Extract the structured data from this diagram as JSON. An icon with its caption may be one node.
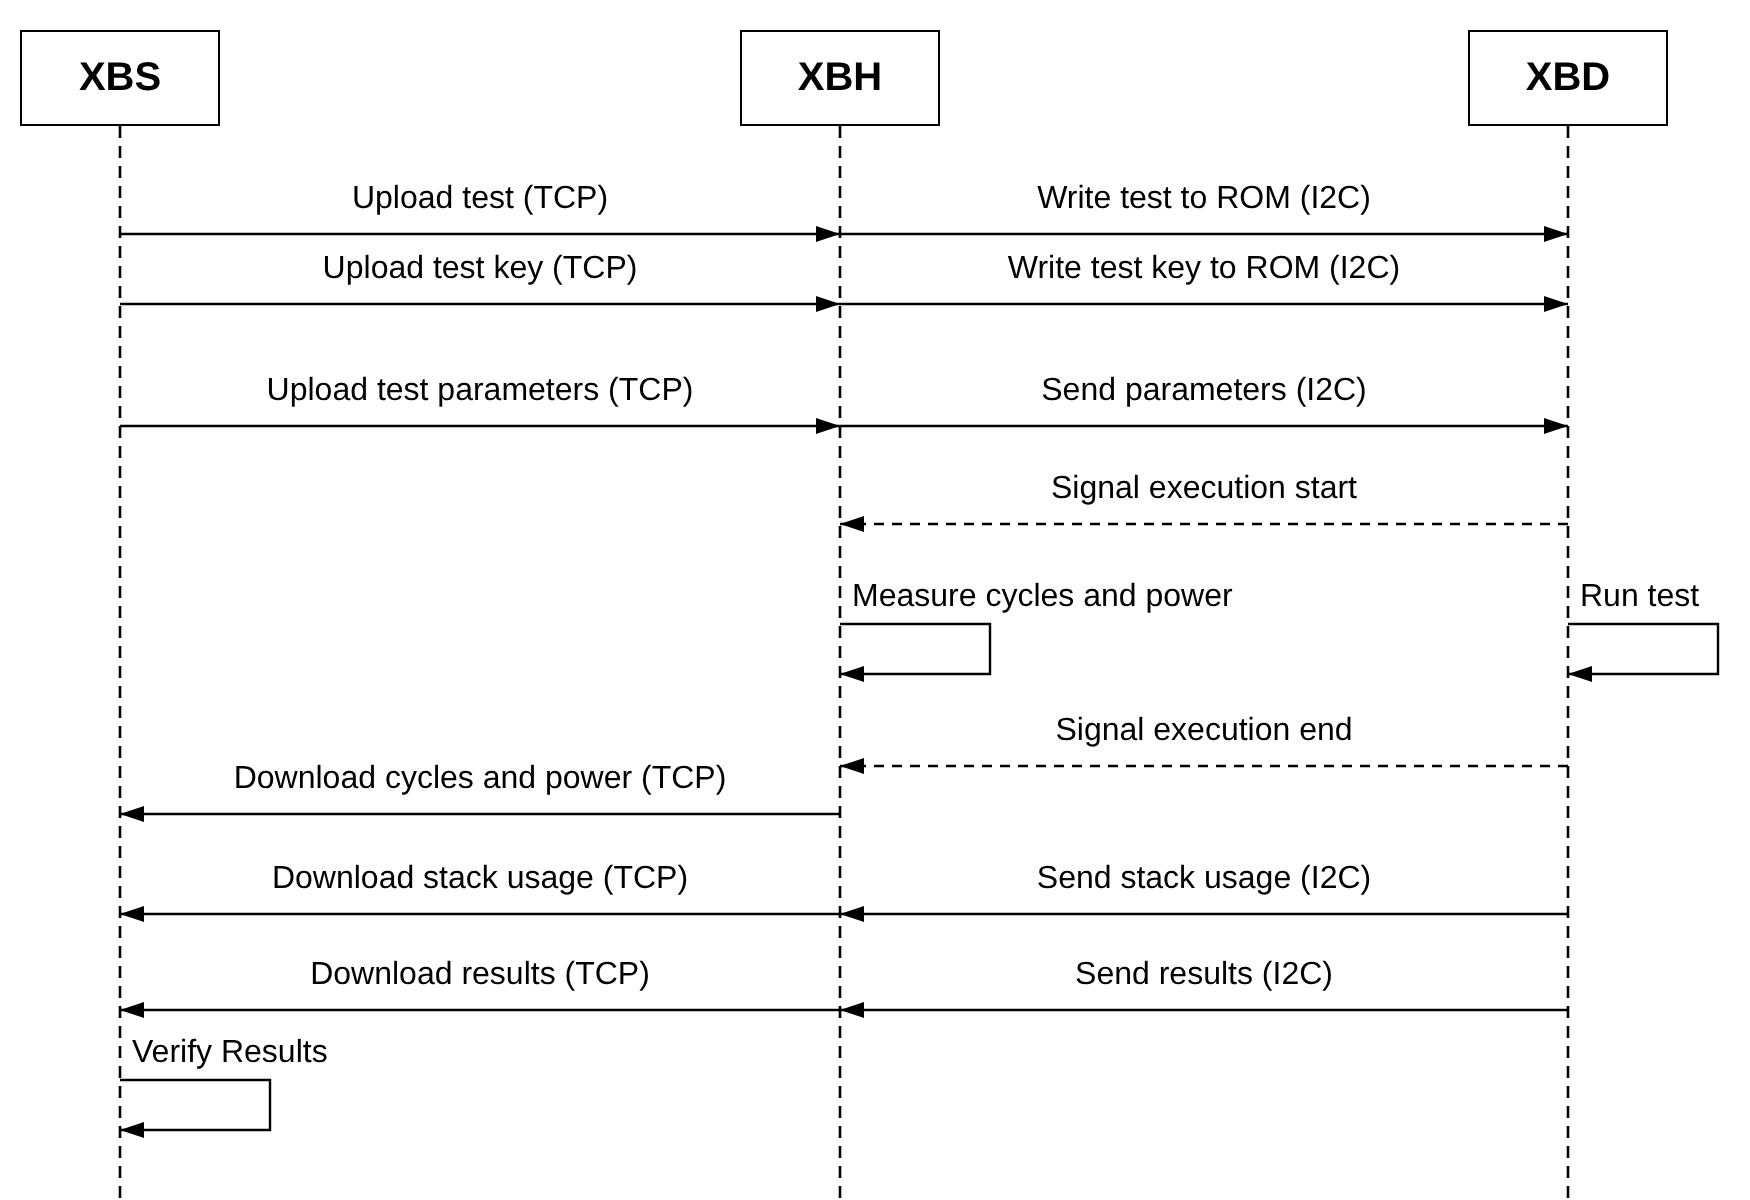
{
  "diagram": {
    "nodes": [
      {
        "text": [
          "XBS"
        ]
      },
      {
        "text": [
          "XBH"
        ]
      },
      {
        "text": [
          "XBD"
        ]
      }
    ],
    "edges": [
      {
        "from": 0,
        "to": 1,
        "arrow": "to",
        "label": "Upload test (TCP)"
      },
      {
        "from": 1,
        "to": 2,
        "arrow": "to",
        "label": "Write test to ROM (I2C)"
      },
      {
        "from": 0,
        "to": 1,
        "arrow": "to",
        "label": "Upload test key (TCP)"
      },
      {
        "from": 1,
        "to": 2,
        "arrow": "to",
        "label": "Write test key to ROM (I2C)"
      },
      {
        "from": 0,
        "to": 1,
        "arrow": "to",
        "label": "Upload test parameters (TCP)"
      },
      {
        "from": 1,
        "to": 2,
        "arrow": "to",
        "label": "Send parameters (I2C)"
      },
      {
        "from": 2,
        "to": 1,
        "arrow": "to",
        "label": "Signal execution start",
        "style": "dashed"
      },
      {
        "from": 1,
        "to": 1,
        "arrow": "to",
        "label": "Measure cycles and power"
      },
      {
        "from": 2,
        "to": 2,
        "arrow": "to",
        "label": "Run test"
      },
      {
        "from": 2,
        "to": 1,
        "arrow": "to",
        "label": "Signal execution end",
        "style": "dashed"
      },
      {
        "from": 1,
        "to": 0,
        "arrow": "to",
        "label": "Download cycles and power (TCP)"
      },
      {
        "from": 1,
        "to": 0,
        "arrow": "to",
        "label": "Download stack usage (TCP)"
      },
      {
        "from": 2,
        "to": 1,
        "arrow": "to",
        "label": "Send stack usage (I2C)"
      },
      {
        "from": 1,
        "to": 0,
        "arrow": "to",
        "label": "Download results (TCP)"
      },
      {
        "from": 2,
        "to": 1,
        "arrow": "to",
        "label": "Send results (I2C)"
      },
      {
        "from": 0,
        "to": 0,
        "arrow": "to",
        "label": "Verify Results"
      }
    ]
  }
}
